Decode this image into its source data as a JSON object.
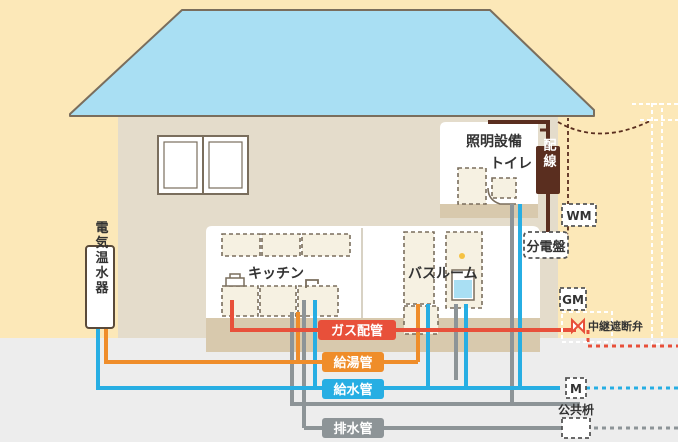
{
  "labels": {
    "lighting": "照明設備",
    "toilet": "トイレ",
    "wiring": "配線",
    "wm": "WM",
    "breaker": "分電盤",
    "heater": "電気温水器",
    "kitchen": "キッチン",
    "bathroom": "バスルーム",
    "gm": "GM",
    "relay_valve": "中継遮断弁",
    "gas_pipe": "ガス配管",
    "hot_water_pipe": "給湯管",
    "water_pipe": "給水管",
    "drain_pipe": "排水管",
    "meter": "M",
    "public_catch": "公共枡"
  },
  "colors": {
    "background": "#fce8b8",
    "roof": "#a9dff3",
    "wall": "#e4dccb",
    "ground": "#ededed",
    "room_floor": "#d8c9ad",
    "gas": "#e8503a",
    "hot_water": "#ef8d2a",
    "water": "#27aee3",
    "drain": "#8d9497",
    "wiring": "#5a2e1f"
  },
  "icons": [
    "window-icon",
    "toilet-icon",
    "faucet-icon",
    "shower-icon",
    "stove-icon",
    "valve-icon",
    "utility-pole-icon"
  ]
}
